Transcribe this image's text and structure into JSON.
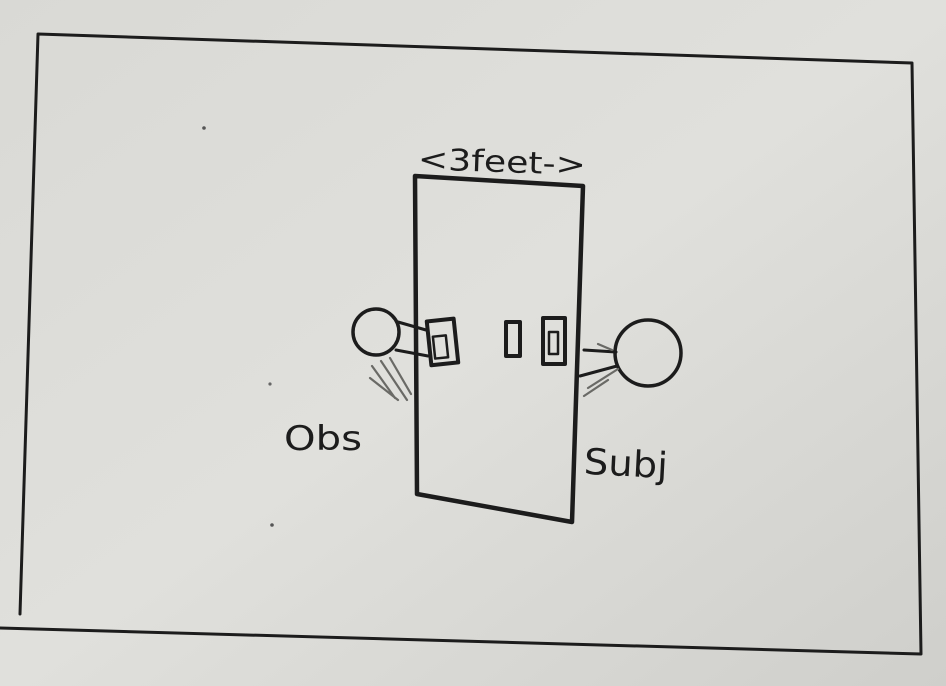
{
  "labels": {
    "width_annotation": "<3feet->",
    "observer": "Obs",
    "subject": "Subj"
  },
  "colors": {
    "paper": "#dcdcd8",
    "ink": "#1c1c1c",
    "pencil": "#6a6a66"
  }
}
